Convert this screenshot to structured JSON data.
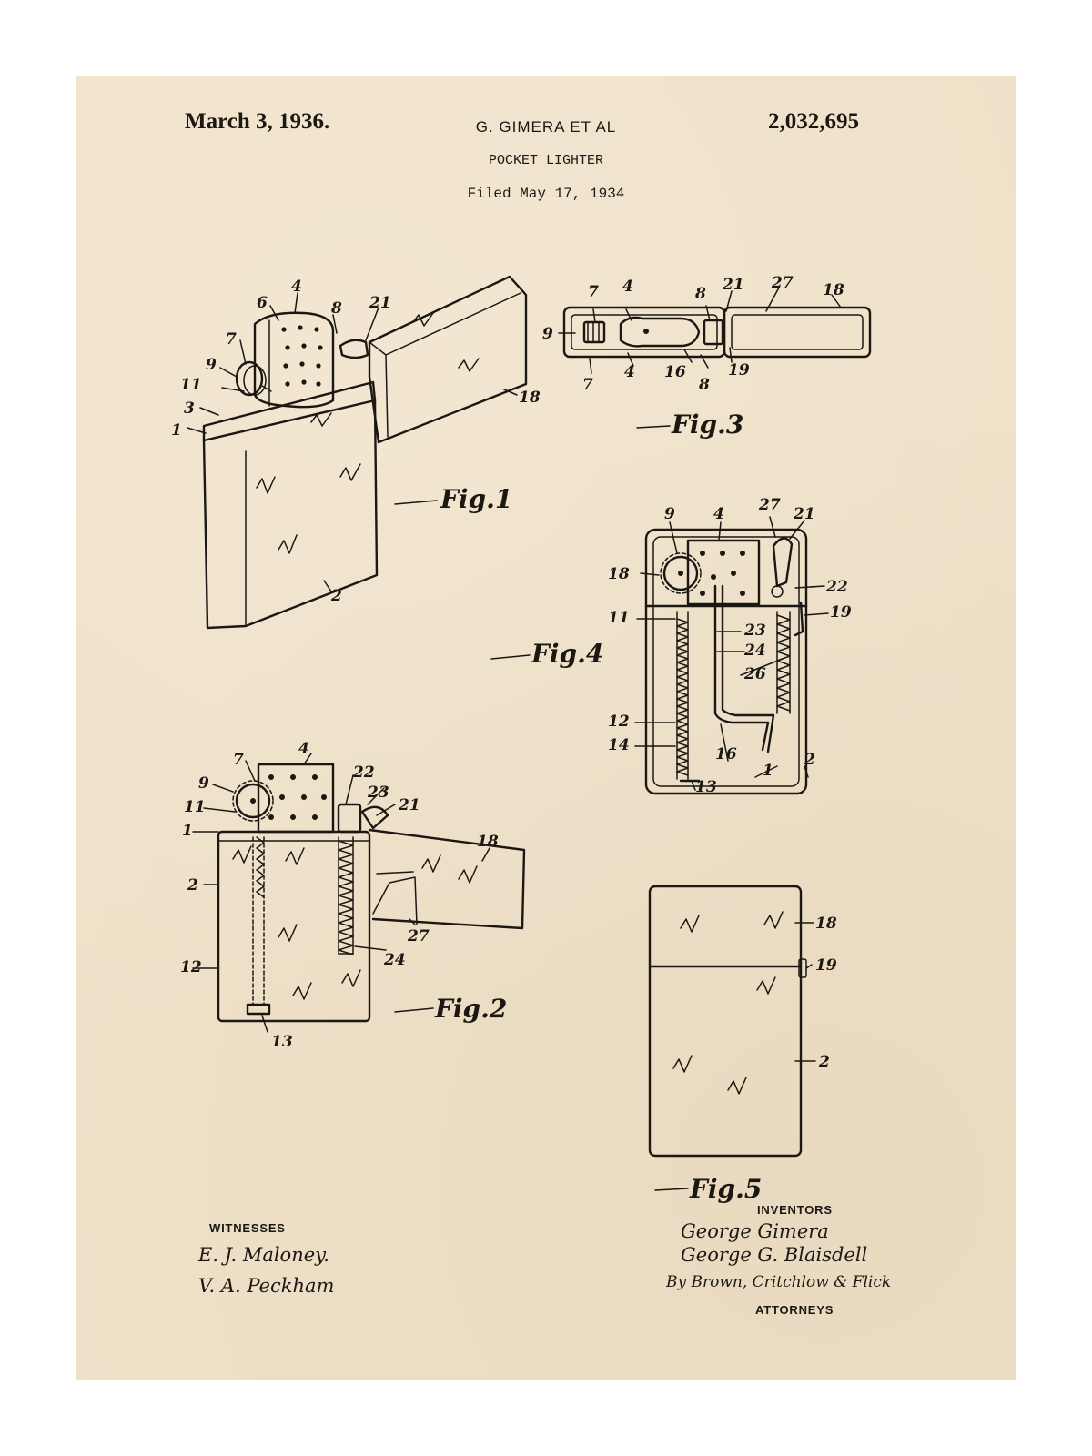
{
  "header": {
    "date": "March 3, 1936.",
    "inventor": "G. GIMERA ET AL",
    "patent_number": "2,032,695",
    "title": "POCKET LIGHTER",
    "filed": "Filed May 17, 1934"
  },
  "figures": {
    "fig1": {
      "caption": "Fig.1",
      "refs": [
        "4",
        "6",
        "8",
        "21",
        "7",
        "9",
        "11",
        "3",
        "1",
        "18",
        "2"
      ]
    },
    "fig2": {
      "caption": "Fig.2",
      "refs": [
        "4",
        "7",
        "22",
        "23",
        "9",
        "21",
        "11",
        "1",
        "18",
        "2",
        "27",
        "24",
        "12",
        "13"
      ]
    },
    "fig3": {
      "caption": "Fig.3",
      "refs": [
        "21",
        "27",
        "18",
        "7",
        "4",
        "8",
        "9",
        "4",
        "16",
        "8",
        "19",
        "7"
      ]
    },
    "fig4": {
      "caption": "Fig.4",
      "refs": [
        "9",
        "4",
        "27",
        "21",
        "18",
        "22",
        "11",
        "19",
        "23",
        "24",
        "26",
        "12",
        "14",
        "16",
        "2",
        "1",
        "13"
      ]
    },
    "fig5": {
      "caption": "Fig.5",
      "refs": [
        "18",
        "19",
        "2"
      ]
    }
  },
  "witnesses": {
    "heading": "WITNESSES",
    "names": [
      "E. J. Maloney.",
      "V. A. Peckham"
    ]
  },
  "inventors": {
    "heading": "INVENTORS",
    "names": [
      "George Gimera",
      "George G. Blaisdell"
    ],
    "by_line": "By Brown, Critchlow & Flick",
    "attorneys_heading": "ATTORNEYS"
  }
}
